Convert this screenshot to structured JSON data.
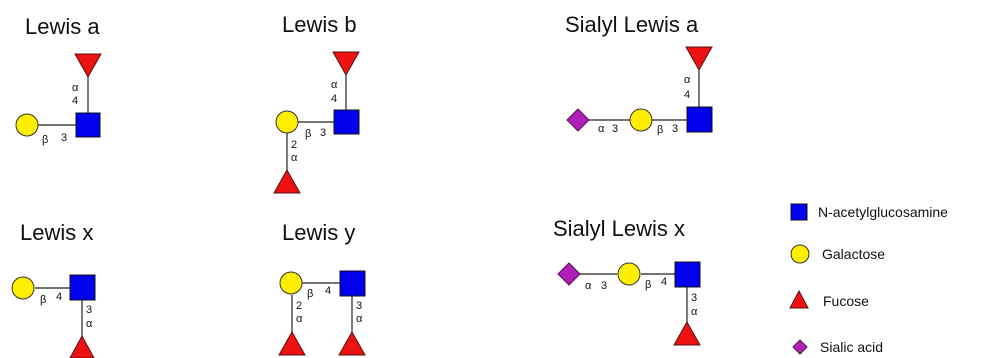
{
  "structures": {
    "lewis_a": "Lewis a",
    "lewis_b": "Lewis b",
    "sialyl_lewis_a": "Sialyl Lewis a",
    "lewis_x": "Lewis x",
    "lewis_y": "Lewis y",
    "sialyl_lewis_x": "Sialyl Lewis x"
  },
  "linkage": {
    "alpha": "α",
    "beta": "β",
    "two": "2",
    "three": "3",
    "four": "4"
  },
  "legend": {
    "glcnac": "N-acetylglucosamine",
    "gal": "Galactose",
    "fuc": "Fucose",
    "sia": "Sialic acid"
  },
  "colors": {
    "glcnac": "#0000ee",
    "gal": "#ffee00",
    "fuc": "#ee1111",
    "sia": "#b01fb5"
  }
}
